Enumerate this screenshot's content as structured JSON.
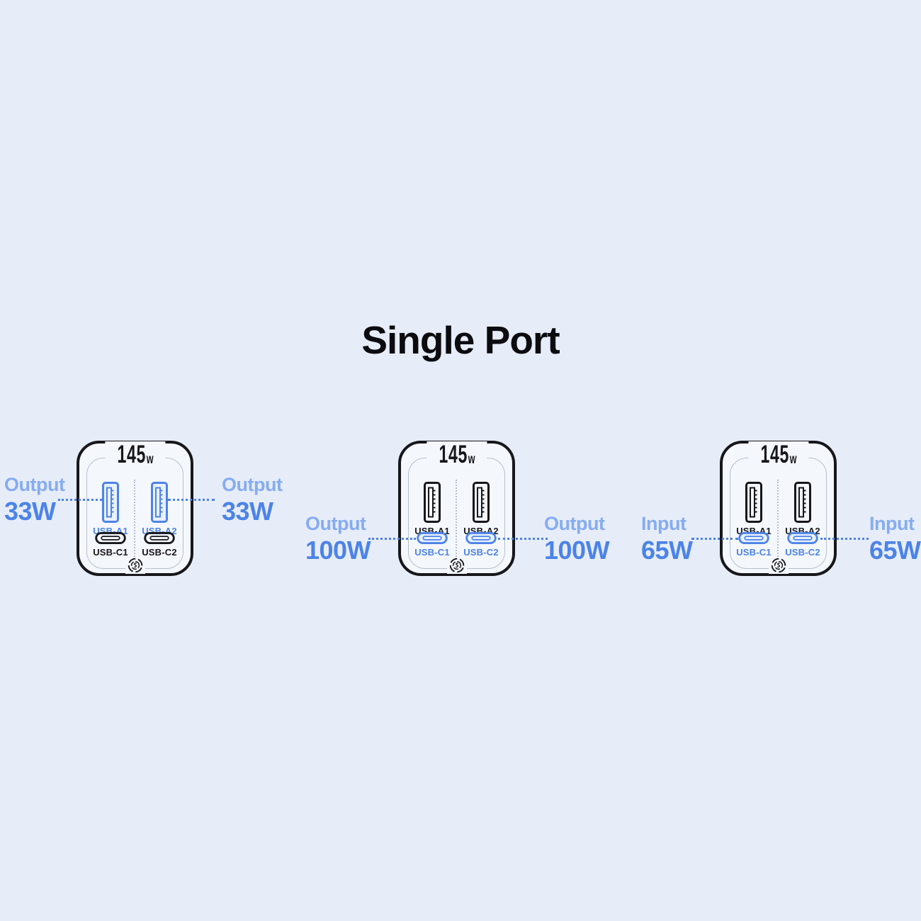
{
  "title": "Single Port",
  "colors": {
    "background": "#e7edf8",
    "device_fill": "#f4f7fc",
    "ink": "#17171b",
    "inner_line": "#b8bfcc",
    "accent": "#4c83e8",
    "accent_light": "#86acf1",
    "port_fill_hl": "#e9f1fd",
    "title_color": "#0c0c10"
  },
  "devices": [
    {
      "wattage": "145",
      "wattage_unit": "w",
      "highlighted": "usb-a",
      "ports": [
        {
          "label": "USB-A1"
        },
        {
          "label": "USB-A2"
        },
        {
          "label": "USB-C1"
        },
        {
          "label": "USB-C2"
        }
      ],
      "left_annotation": {
        "label": "Output",
        "value": "33W"
      },
      "right_annotation": {
        "label": "Output",
        "value": "33W"
      }
    },
    {
      "wattage": "145",
      "wattage_unit": "w",
      "highlighted": "usb-c",
      "ports": [
        {
          "label": "USB-A1"
        },
        {
          "label": "USB-A2"
        },
        {
          "label": "USB-C1"
        },
        {
          "label": "USB-C2"
        }
      ],
      "left_annotation": {
        "label": "Output",
        "value": "100W"
      },
      "right_annotation": {
        "label": "Output",
        "value": "100W"
      }
    },
    {
      "wattage": "145",
      "wattage_unit": "w",
      "highlighted": "usb-c",
      "ports": [
        {
          "label": "USB-A1"
        },
        {
          "label": "USB-A2"
        },
        {
          "label": "USB-C1"
        },
        {
          "label": "USB-C2"
        }
      ],
      "left_annotation": {
        "label": "Input",
        "value": "65W"
      },
      "right_annotation": {
        "label": "Input",
        "value": "65W"
      }
    }
  ]
}
